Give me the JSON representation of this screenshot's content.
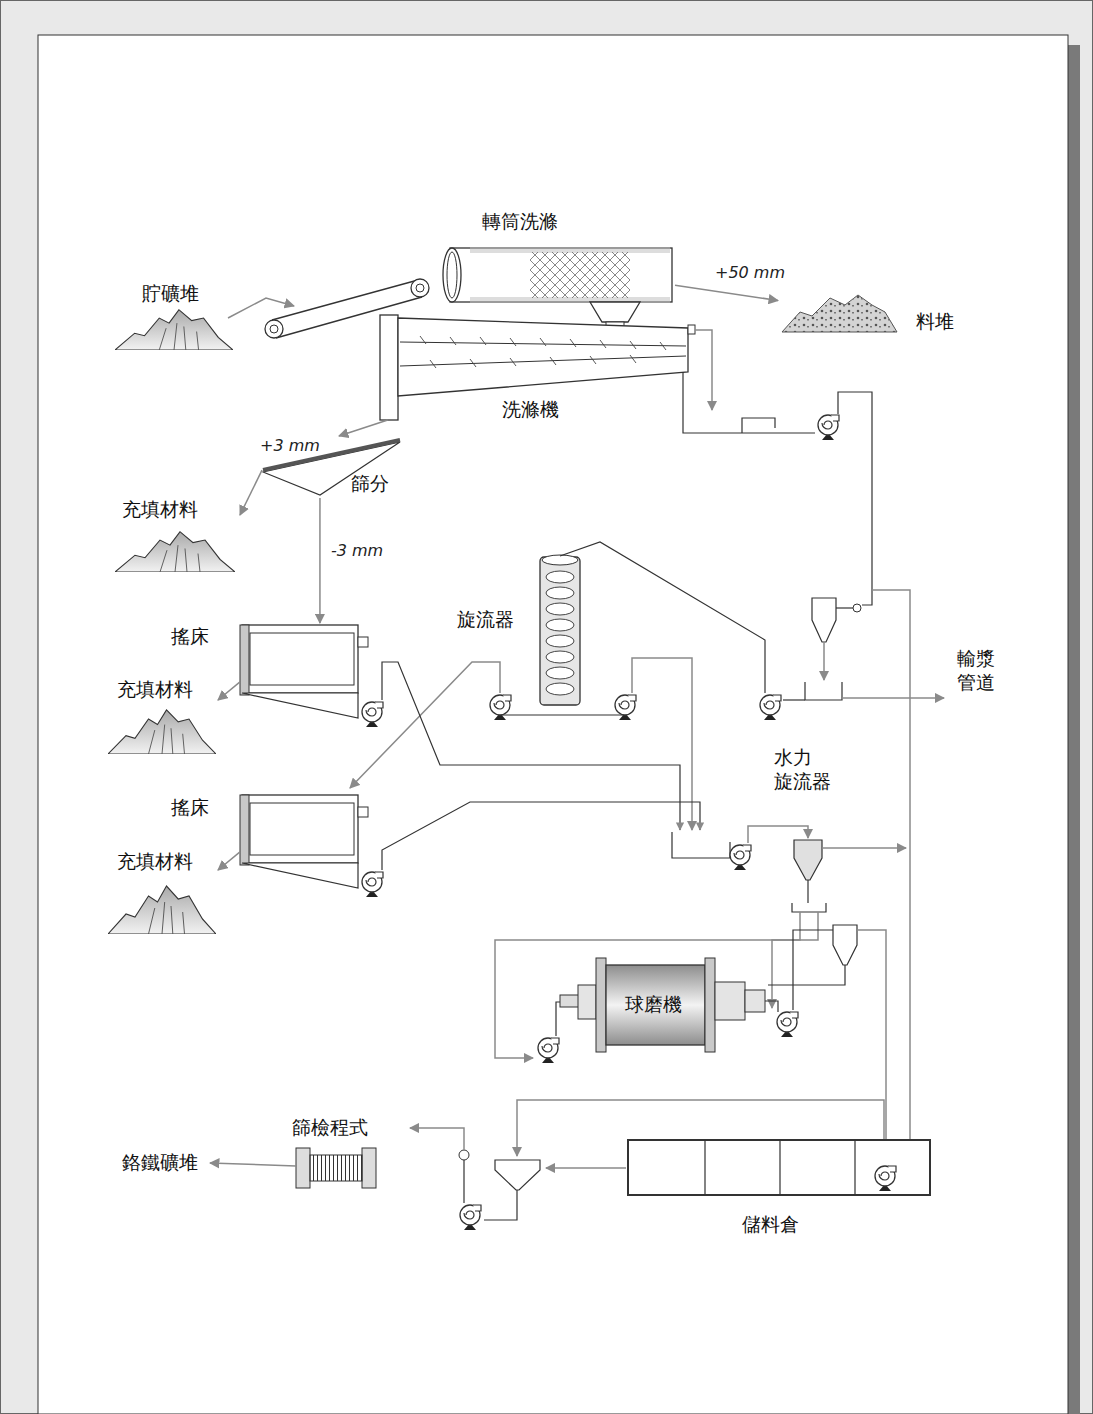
{
  "diagram": {
    "nodes": [
      {
        "text": [
          "轉筒洗滌"
        ]
      },
      {
        "text": [
          "貯礦堆"
        ]
      },
      {
        "text": [
          "料堆"
        ]
      },
      {
        "text": [
          "洗滌機"
        ]
      },
      {
        "text": [
          "篩分"
        ]
      },
      {
        "text": [
          "充填材料"
        ]
      },
      {
        "text": [
          "旋流器"
        ]
      },
      {
        "text": [
          "搖床"
        ]
      },
      {
        "text": [
          "輸漿 管道"
        ]
      },
      {
        "text": [
          "充填材料"
        ]
      },
      {
        "text": [
          "水力 旋流器"
        ]
      },
      {
        "text": [
          "搖床"
        ]
      },
      {
        "text": [
          "充填材料"
        ]
      },
      {
        "text": [
          "球磨機"
        ]
      },
      {
        "text": [
          "篩檢程式"
        ]
      },
      {
        "text": [
          "鉻鐵礦堆"
        ]
      },
      {
        "text": [
          "儲料倉"
        ]
      }
    ],
    "edges": [
      {
        "from": 0,
        "to": 2,
        "label": "+50 mm",
        "arrow": "to"
      },
      {
        "from": 3,
        "to": 4,
        "label": "+3 mm",
        "arrow": "to"
      },
      {
        "from": 4,
        "to": 5,
        "arrow": "to"
      },
      {
        "from": 4,
        "to": 7,
        "label": "-3 mm",
        "arrow": "to"
      },
      {
        "from": 7,
        "to": 9,
        "arrow": "to"
      },
      {
        "from": 11,
        "to": 12,
        "arrow": "to"
      },
      {
        "from": 14,
        "to": 15,
        "arrow": "to"
      }
    ]
  }
}
